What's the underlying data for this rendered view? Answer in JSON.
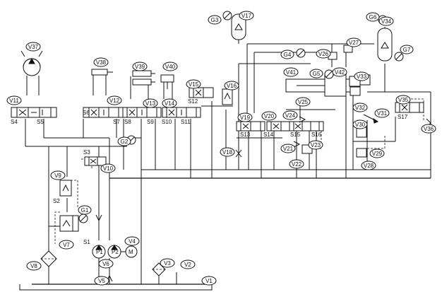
{
  "tags": {
    "V1": "V1",
    "V2": "V2",
    "V3": "V3",
    "V4": "V4",
    "V5": "V5",
    "V6": "V6",
    "V7": "V7",
    "V8": "V8",
    "V9": "V9",
    "V10": "V10",
    "V11": "V11",
    "V12": "V12",
    "V13": "V13",
    "V14": "V14",
    "V15": "V15",
    "V16": "V16",
    "V17": "V17",
    "V18": "V18",
    "V19": "V19",
    "V20": "V20",
    "V21": "V21",
    "V22": "V22",
    "V23": "V23",
    "V24": "V24",
    "V25": "V25",
    "V26": "V26",
    "V27": "V27",
    "V28": "V28",
    "V29": "V29",
    "V30": "V30",
    "V31": "V31",
    "V32": "V32",
    "V33": "V33",
    "V34": "V34",
    "V35": "V35",
    "V36": "V36",
    "V37": "V37",
    "V38": "V38",
    "V39": "V39",
    "V40": "V40",
    "V41": "V41",
    "V42": "V42",
    "G1": "G1",
    "G2": "G2",
    "G3": "G3",
    "G4": "G4",
    "G5": "G5",
    "G6": "G6",
    "G7": "G7"
  },
  "solenoids": {
    "S1": "S1",
    "S2": "S2",
    "S3": "S3",
    "S4": "S4",
    "S5": "S5",
    "S6": "S6",
    "S7": "S7",
    "S8": "S8",
    "S9": "S9",
    "S10": "S10",
    "S11": "S11",
    "S12": "S12",
    "S13": "S13",
    "S14": "S14",
    "S15": "S15",
    "S16": "S16",
    "S17": "S17"
  },
  "pumps": {
    "P1": "P1",
    "P2": "P2",
    "M": "M"
  }
}
